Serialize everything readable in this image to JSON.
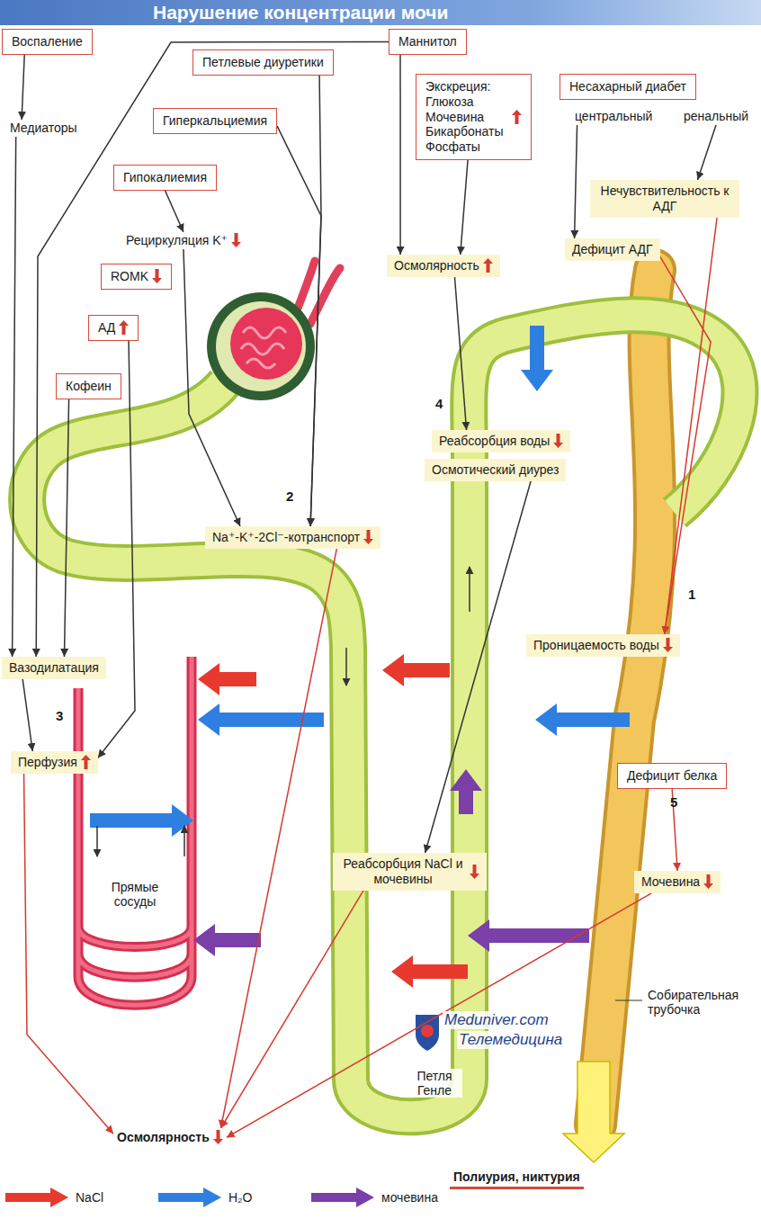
{
  "diagram": {
    "title": "Нарушение концентрации мочи",
    "nodes": [
      {
        "text": [
          "Воспаление"
        ]
      },
      {
        "text": [
          "Маннитол"
        ]
      },
      {
        "text": [
          "Петлевые диуретики"
        ]
      },
      {
        "text": [
          "Экскреция: Глюкоза Мочевина Бикарбонаты Фосфаты"
        ]
      },
      {
        "text": [
          "Несахарный диабет"
        ]
      },
      {
        "text": [
          "Гиперкальциемия"
        ]
      },
      {
        "text": [
          "Гипокалиемия"
        ]
      },
      {
        "text": [
          "ROMK"
        ]
      },
      {
        "text": [
          "АД"
        ]
      },
      {
        "text": [
          "Кофеин"
        ]
      },
      {
        "text": [
          "Медиаторы"
        ]
      },
      {
        "text": [
          "центральный"
        ]
      },
      {
        "text": [
          "ренальный"
        ]
      },
      {
        "text": [
          "Рециркуляция K⁺"
        ]
      },
      {
        "text": [
          "Нечувствительность к АДГ"
        ]
      },
      {
        "text": [
          "Дефицит АДГ"
        ]
      },
      {
        "text": [
          "Осмолярность"
        ]
      },
      {
        "text": [
          "Реабсорбция воды"
        ]
      },
      {
        "text": [
          "Осмотический диурез"
        ]
      },
      {
        "text": [
          "Na⁺-K⁺-2Cl⁻-котранспорт"
        ]
      },
      {
        "text": [
          "Проницаемость воды"
        ]
      },
      {
        "text": [
          "Вазодилатация"
        ]
      },
      {
        "text": [
          "Перфузия"
        ]
      },
      {
        "text": [
          "Дефицит белка"
        ]
      },
      {
        "text": [
          "Реабсорбция NaCl и мочевины"
        ]
      },
      {
        "text": [
          "Мочевина"
        ]
      },
      {
        "text": [
          "Осмолярность"
        ]
      },
      {
        "text": [
          "Полиурия, никтурия"
        ]
      }
    ],
    "edges": [
      {
        "from": 0,
        "to": 10,
        "arrow": "to"
      },
      {
        "from": 10,
        "to": 21,
        "arrow": "to"
      },
      {
        "from": 1,
        "to": 21,
        "arrow": "to"
      },
      {
        "from": 1,
        "to": 16,
        "arrow": "to"
      },
      {
        "from": 2,
        "to": 19,
        "arrow": "to"
      },
      {
        "from": 5,
        "to": 19,
        "arrow": "to"
      },
      {
        "from": 6,
        "to": 13,
        "arrow": "to"
      },
      {
        "from": 13,
        "to": 19,
        "arrow": "to"
      },
      {
        "from": 8,
        "to": 22,
        "arrow": "to"
      },
      {
        "from": 9,
        "to": 21,
        "arrow": "to"
      },
      {
        "from": 21,
        "to": 22,
        "arrow": "to"
      },
      {
        "from": 3,
        "to": 16,
        "arrow": "to"
      },
      {
        "from": 12,
        "to": 14,
        "arrow": "to"
      },
      {
        "from": 11,
        "to": 15,
        "arrow": "to"
      },
      {
        "from": 14,
        "to": 20,
        "arrow": "to"
      },
      {
        "from": 15,
        "to": 20,
        "arrow": "to"
      },
      {
        "from": 16,
        "to": 17,
        "arrow": "to"
      },
      {
        "from": 18,
        "to": 24,
        "arrow": "to"
      },
      {
        "from": 19,
        "to": 26,
        "arrow": "to"
      },
      {
        "from": 22,
        "to": 26,
        "arrow": "to"
      },
      {
        "from": 24,
        "to": 26,
        "arrow": "to"
      },
      {
        "from": 23,
        "to": 25,
        "arrow": "to"
      },
      {
        "from": 25,
        "to": 26,
        "arrow": "to"
      }
    ],
    "labels": [
      "1",
      "2",
      "3",
      "4",
      "5",
      "Прямые сосуды",
      "Петля Генле",
      "Собирательная трубочка",
      "Meduniver.com",
      "Телемедицина"
    ],
    "legend": [
      {
        "text": "NaCl",
        "color": "#e8392f"
      },
      {
        "text": "H₂O",
        "color": "#2f7fe0"
      },
      {
        "text": "мочевина",
        "color": "#7b3fa8"
      }
    ]
  }
}
